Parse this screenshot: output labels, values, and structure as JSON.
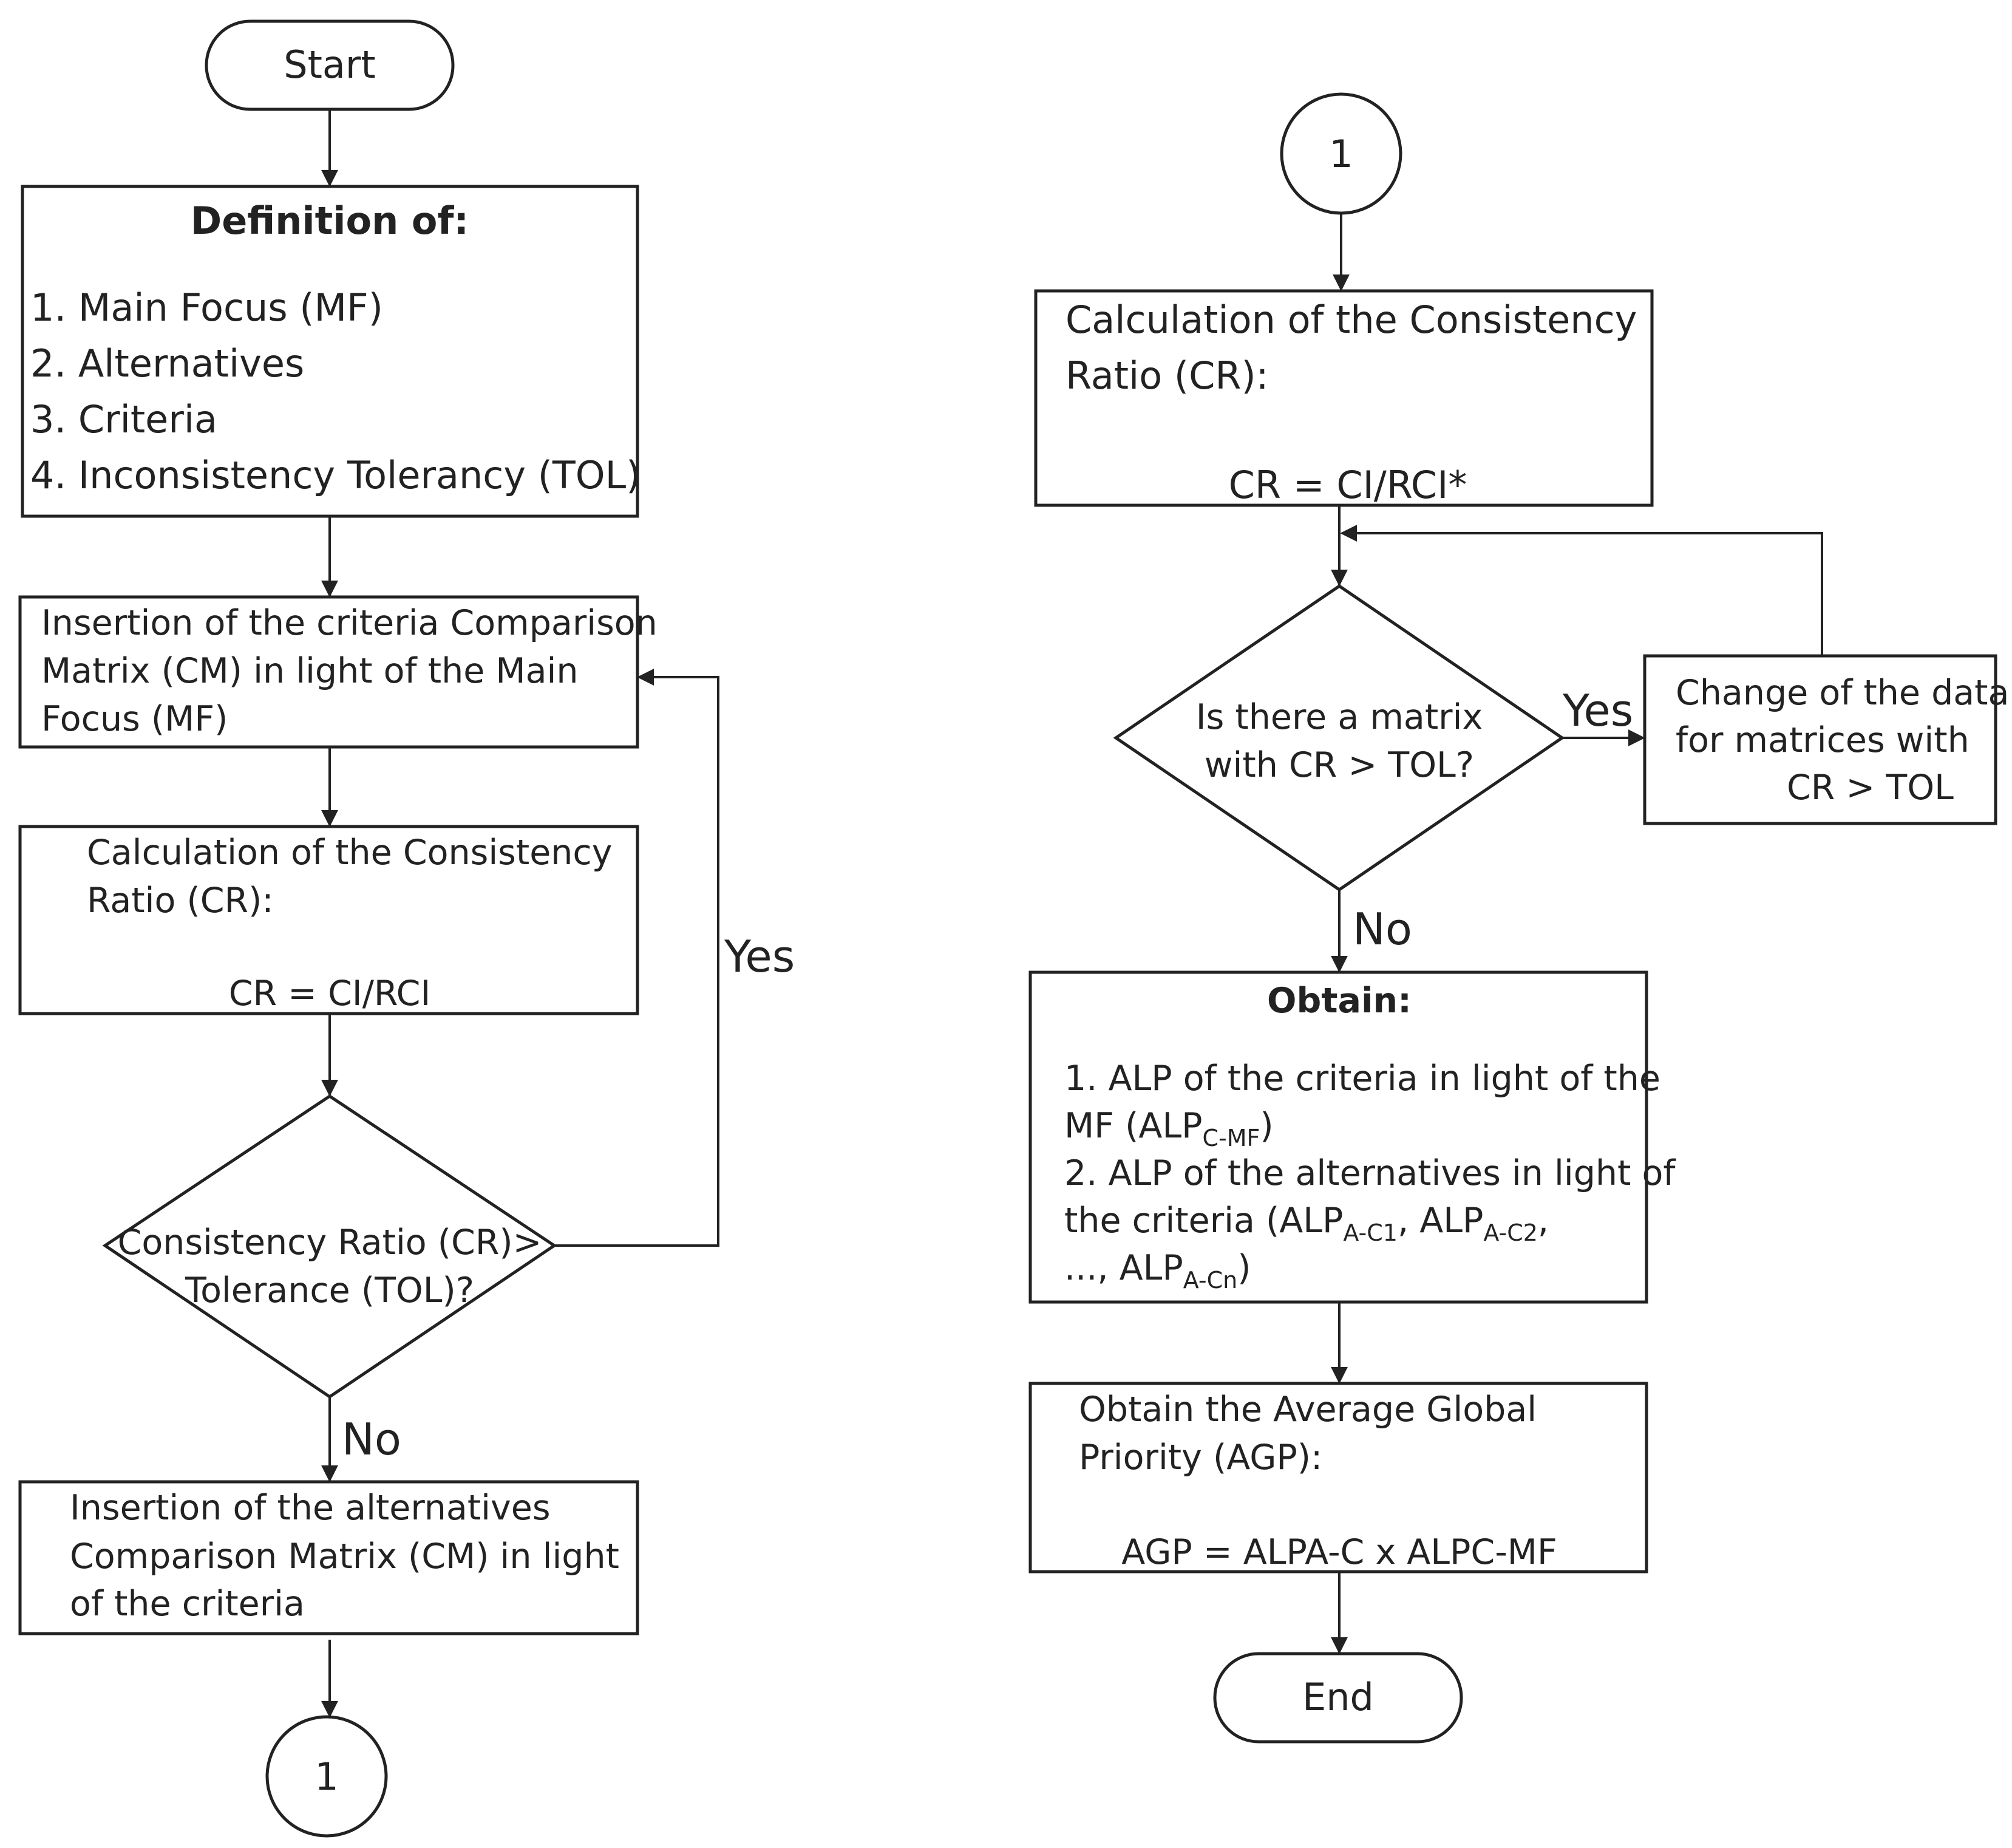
{
  "left": {
    "start": "Start",
    "definition": {
      "title": "Definition of:",
      "items": [
        "1. Main Focus (MF)",
        "2. Alternatives",
        "3. Criteria",
        "4. Inconsistency Tolerancy (TOL)"
      ]
    },
    "insertion_criteria": [
      "Insertion of the criteria Comparison",
      "Matrix (CM) in light of the Main",
      "Focus (MF)"
    ],
    "calc_cr": [
      "Calculation of the Consistency",
      "Ratio (CR):"
    ],
    "calc_cr_formula": "CR = CI/RCI",
    "decision": [
      "Consistency Ratio (CR)>",
      "Tolerance (TOL)?"
    ],
    "yes": "Yes",
    "no": "No",
    "insertion_alternatives": [
      "Insertion of the alternatives",
      "Comparison Matrix (CM) in light",
      "of the criteria"
    ],
    "connector": "1"
  },
  "right": {
    "connector": "1",
    "calc_cr": [
      "Calculation of the Consistency",
      "Ratio (CR):"
    ],
    "calc_cr_formula": "CR = CI/RCI*",
    "decision": [
      "Is there a matrix",
      "with CR > TOL?"
    ],
    "yes": "Yes",
    "no": "No",
    "change": [
      "Change of the data",
      "for matrices with",
      "CR > TOL"
    ],
    "obtain": {
      "title": "Obtain:",
      "line1": "1. ALP of the criteria in light of the",
      "line2_pre": "MF (ALP",
      "line2_sub": "C-MF",
      "line2_post": ")",
      "line3": "2. ALP of the alternatives in light of",
      "line4_pre": "the criteria (ALP",
      "line4_sub1": "A-C1",
      "line4_mid": ", ALP",
      "line4_sub2": "A-C2",
      "line4_post": ",",
      "line5_pre": "..., ALP",
      "line5_sub": "A-Cn",
      "line5_post": ")"
    },
    "agp": [
      "Obtain the Average Global",
      "Priority (AGP):"
    ],
    "agp_formula": "AGP = ALPA-C x ALPC-MF",
    "end": "End"
  }
}
